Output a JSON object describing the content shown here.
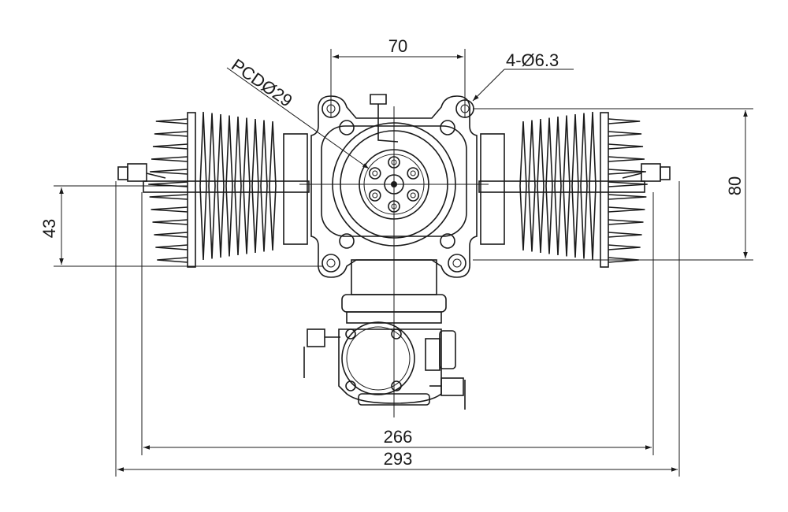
{
  "drawing": {
    "subject": "twin-cylinder engine front view dimension drawing",
    "line_color": "#1a1a1a",
    "background": "#ffffff"
  },
  "dimensions": {
    "mount_spacing": "70",
    "mount_holes": "4-Ø6.3",
    "pcd": "PCDØ29",
    "vertical_offset": "43",
    "mount_height": "80",
    "inner_width": "266",
    "overall_width": "293"
  }
}
